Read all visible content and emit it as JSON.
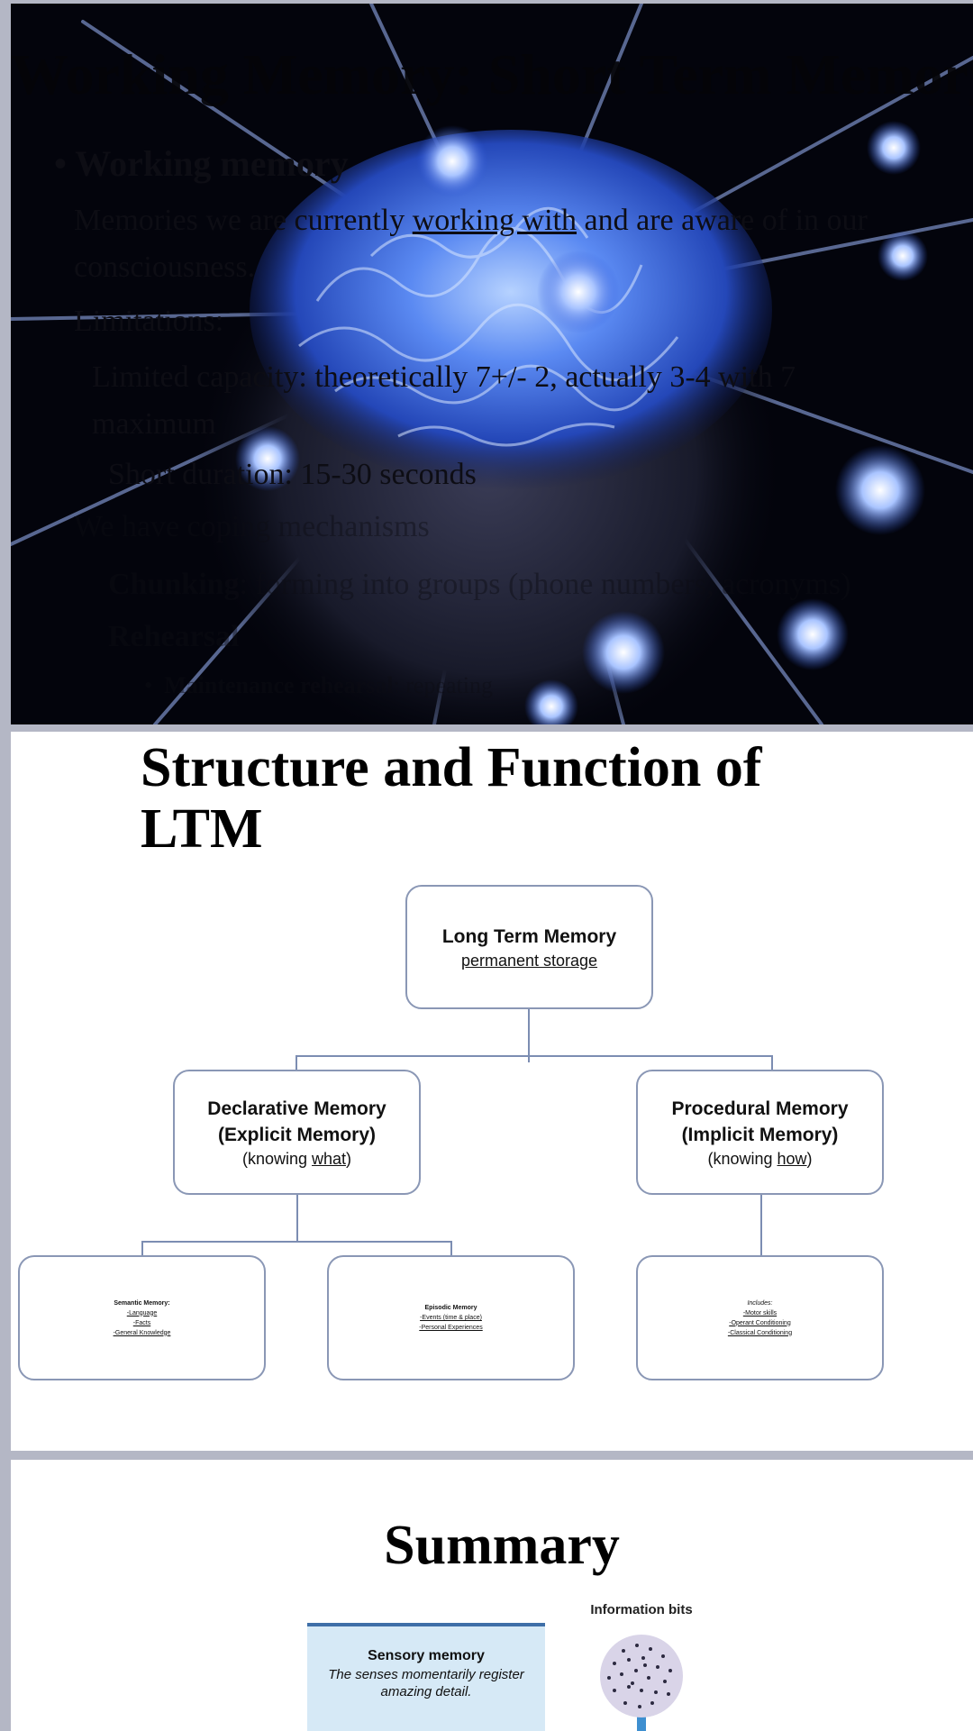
{
  "slides": {
    "working_memory": {
      "title": "Working Memory: Short Term Memory",
      "heading": "Working memory",
      "lines": [
        {
          "pre": "Memories we are currently ",
          "u": "working with",
          "post": " and are aware of in our"
        },
        {
          "text": "consciousness."
        },
        {
          "text": "Limitations:"
        },
        {
          "text": "Limited capacity: theoretically 7+/- 2, actually 3-4 with 7"
        },
        {
          "text": "maximum"
        },
        {
          "text": "Short duration: 15-30 seconds"
        },
        {
          "text": "We have coping mechanisms"
        },
        {
          "bold": "Chunking",
          "post": ": forming into groups (phone numbers, acronyms)"
        },
        {
          "bold": "Rehearsal"
        },
        {
          "bold": "Maintenance rehearsal",
          "post": ": repeating"
        }
      ]
    },
    "ltm": {
      "title": "Structure and Function of LTM",
      "root": {
        "title": "Long Term Memory",
        "subtitle": "permanent storage"
      },
      "declarative": {
        "line1": "Declarative Memory",
        "line2": "(Explicit Memory)",
        "pre": "(knowing ",
        "u": "what",
        "post": ")"
      },
      "procedural": {
        "line1": "Procedural Memory",
        "line2": "(Implicit Memory)",
        "pre": "(knowing ",
        "u": "how",
        "post": ")"
      },
      "semantic": {
        "heading": "Semantic Memory:",
        "items": [
          "-Language",
          "-Facts",
          "-General Knowledge"
        ]
      },
      "episodic": {
        "heading": "Episodic Memory",
        "items": [
          "-Events (time & place)",
          "-Personal Experiences"
        ]
      },
      "implicit": {
        "heading": "Includes:",
        "items": [
          "-Motor skills",
          "-Operant Conditioning",
          "-Classical Conditioning"
        ]
      }
    },
    "summary": {
      "title": "Summary",
      "sensory_heading": "Sensory memory",
      "sensory_desc_1": "The senses momentarily register",
      "sensory_desc_2": "amazing detail.",
      "bits_label": "Information bits"
    }
  },
  "colors": {
    "slide_gap": "#b4b7c5",
    "node_border": "#8a97b5",
    "connector": "#7c8db2",
    "brain_glow": "#4f7df0",
    "sensory_fill": "#d6e9f6",
    "bits_fill": "#d9d4e8"
  }
}
